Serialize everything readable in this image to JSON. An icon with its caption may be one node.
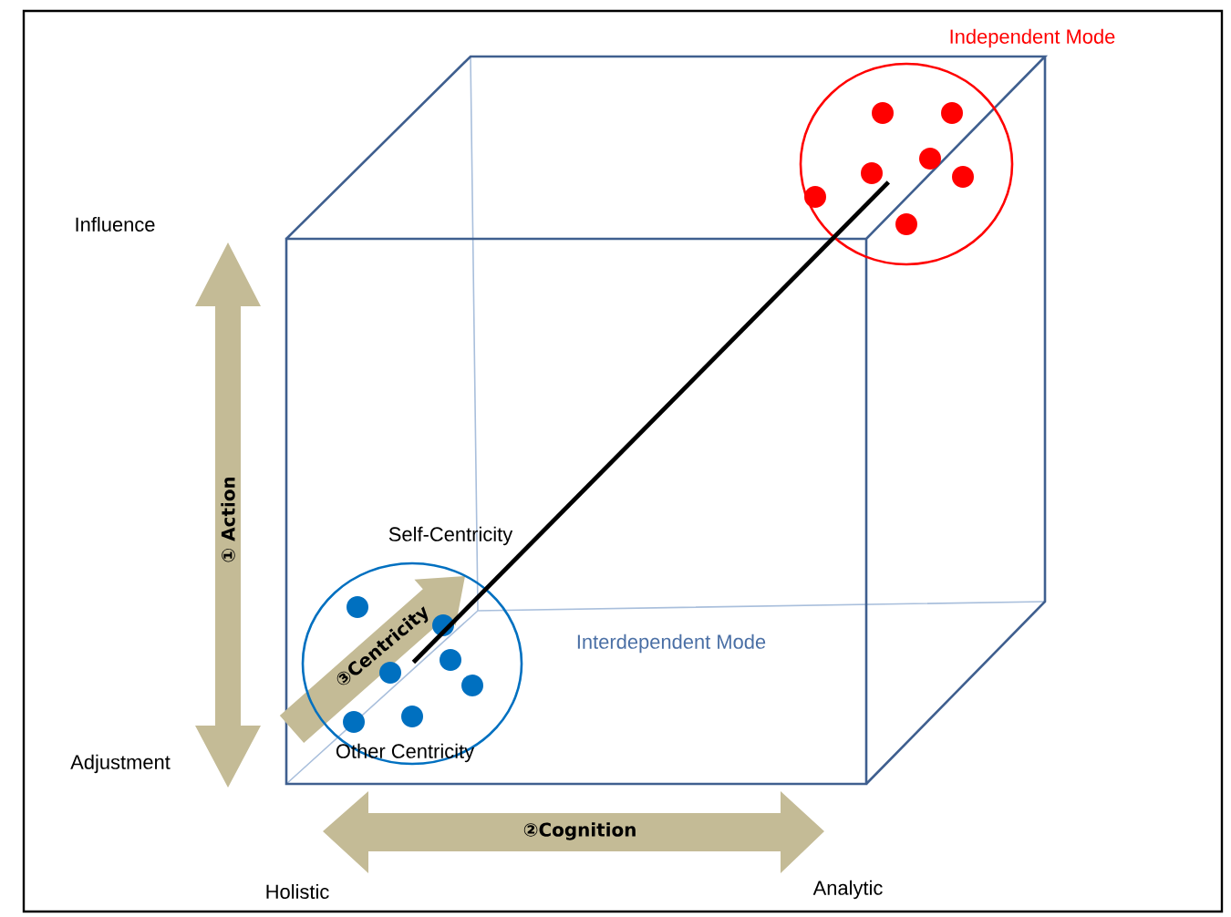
{
  "diagram": {
    "nodes": [
      {
        "text": [
          "Independent Mode"
        ]
      },
      {
        "text": [
          "Interdependent Mode"
        ]
      }
    ],
    "edges": [
      {
        "from": 1,
        "to": 0,
        "arrow": "none"
      }
    ],
    "labels": [
      "Influence",
      "① Action",
      "Self-Centricity",
      "③Centricity",
      "Other Centricity",
      "Adjustment",
      "②Cognition",
      "Holistic",
      "Analytic"
    ]
  }
}
